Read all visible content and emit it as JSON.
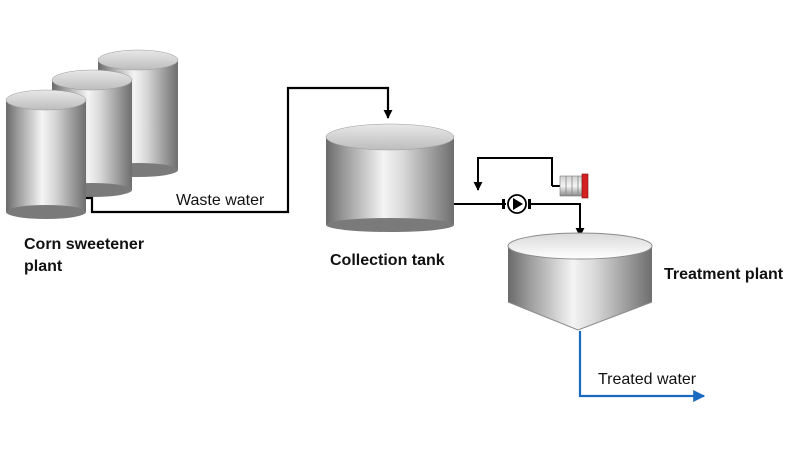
{
  "labels": {
    "corn_plant": "Corn sweetener",
    "corn_plant_line2": "plant",
    "waste_water": "Waste water",
    "collection_tank": "Collection tank",
    "treatment_plant": "Treatment plant",
    "treated_water": "Treated water"
  },
  "colors": {
    "pipe": "#000000",
    "treated_flow": "#1a6bbf",
    "motor_cap": "#d42020",
    "tank_light": "#f2f2f2",
    "tank_dark": "#6e6e6e"
  },
  "icons": {
    "pump": "pump-icon",
    "motor": "motor-icon",
    "valve": "valve-icon"
  }
}
